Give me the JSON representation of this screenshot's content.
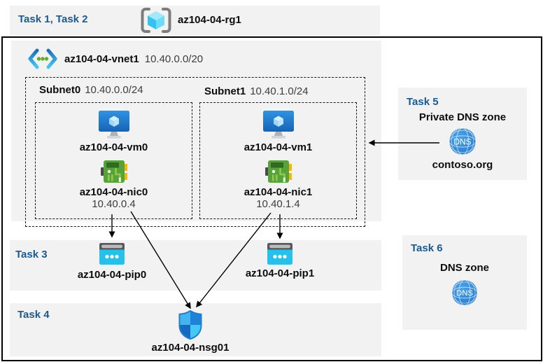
{
  "colors": {
    "heading_blue": "#1b5a8e",
    "panel_gray": "#f2f2f2",
    "frame_black": "#000000",
    "vm_blue": "#2e8de0",
    "nic_green": "#57a337",
    "pip_cyan": "#27c0ea",
    "dns_blue": "#2e86d1",
    "shield_blue": "#1c7fd6"
  },
  "tasks": {
    "task12": "Task 1, Task 2",
    "task3": "Task 3",
    "task4": "Task 4",
    "task5": "Task 5",
    "task6": "Task 6"
  },
  "resource_group": {
    "name": "az104-04-rg1"
  },
  "vnet": {
    "name": "az104-04-vnet1",
    "cidr": "10.40.0.0/20"
  },
  "subnets": [
    {
      "name": "Subnet0",
      "cidr": "10.40.0.0/24",
      "vm_name": "az104-04-vm0",
      "nic_name": "az104-04-nic0",
      "nic_ip": "10.40.0.4"
    },
    {
      "name": "Subnet1",
      "cidr": "10.40.1.0/24",
      "vm_name": "az104-04-vm1",
      "nic_name": "az104-04-nic1",
      "nic_ip": "10.40.1.4"
    }
  ],
  "public_ips": [
    {
      "name": "az104-04-pip0"
    },
    {
      "name": "az104-04-pip1"
    }
  ],
  "nsg": {
    "name": "az104-04-nsg01"
  },
  "private_dns_zone": {
    "title": "Private DNS zone",
    "name": "contoso.org"
  },
  "dns_zone": {
    "title": "DNS zone"
  },
  "icons": {
    "dns_label": "DNS"
  }
}
